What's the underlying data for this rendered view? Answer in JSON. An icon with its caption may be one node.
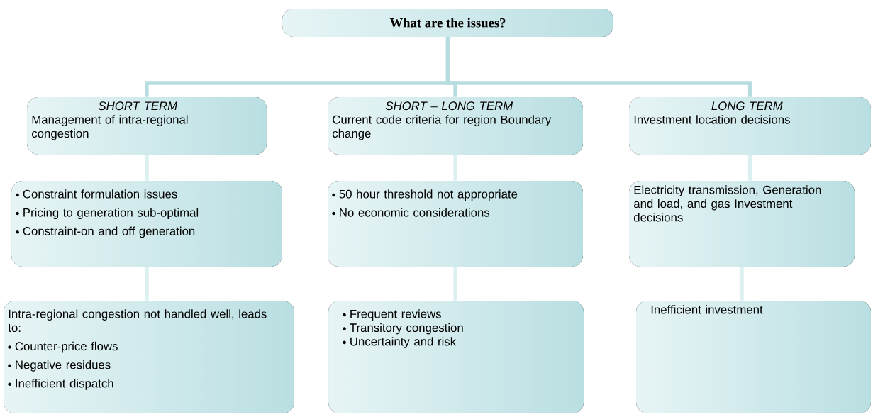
{
  "diagram": {
    "nodes": [
      {
        "text": [
          "What are the issues?"
        ]
      },
      {
        "text": [
          "SHORT TERM",
          "Management of intra-regional congestion"
        ]
      },
      {
        "text": [
          "SHORT – LONG TERM",
          "Current code criteria for region Boundary change"
        ]
      },
      {
        "text": [
          "LONG TERM",
          "Investment location decisions"
        ]
      },
      {
        "text": [
          "Constraint formulation issues",
          "Pricing to generation sub-optimal",
          "Constraint-on and off generation"
        ]
      },
      {
        "text": [
          "50 hour threshold not appropriate",
          "No economic considerations"
        ]
      },
      {
        "text": [
          "Electricity transmission, Generation and load, and gas Investment decisions"
        ]
      },
      {
        "text": [
          "Intra-regional congestion not handled well, leads to:",
          "Counter-price flows",
          "Negative residues",
          "Inefficient dispatch"
        ]
      },
      {
        "text": [
          "Frequent reviews",
          "Transitory congestion",
          "Uncertainty and risk"
        ]
      },
      {
        "text": [
          "Inefficient investment"
        ]
      }
    ],
    "edges": [
      {
        "from": 0,
        "to": 1,
        "arrow": "none",
        "color": "#b7dde0"
      },
      {
        "from": 0,
        "to": 2,
        "arrow": "none",
        "color": "#b7dde0"
      },
      {
        "from": 0,
        "to": 3,
        "arrow": "none",
        "color": "#b7dde0"
      },
      {
        "from": 1,
        "to": 4,
        "arrow": "none"
      },
      {
        "from": 2,
        "to": 5,
        "arrow": "none"
      },
      {
        "from": 3,
        "to": 6,
        "arrow": "none"
      },
      {
        "from": 4,
        "to": 7,
        "arrow": "none"
      },
      {
        "from": 5,
        "to": 8,
        "arrow": "none"
      },
      {
        "from": 6,
        "to": 9,
        "arrow": "none"
      }
    ]
  }
}
